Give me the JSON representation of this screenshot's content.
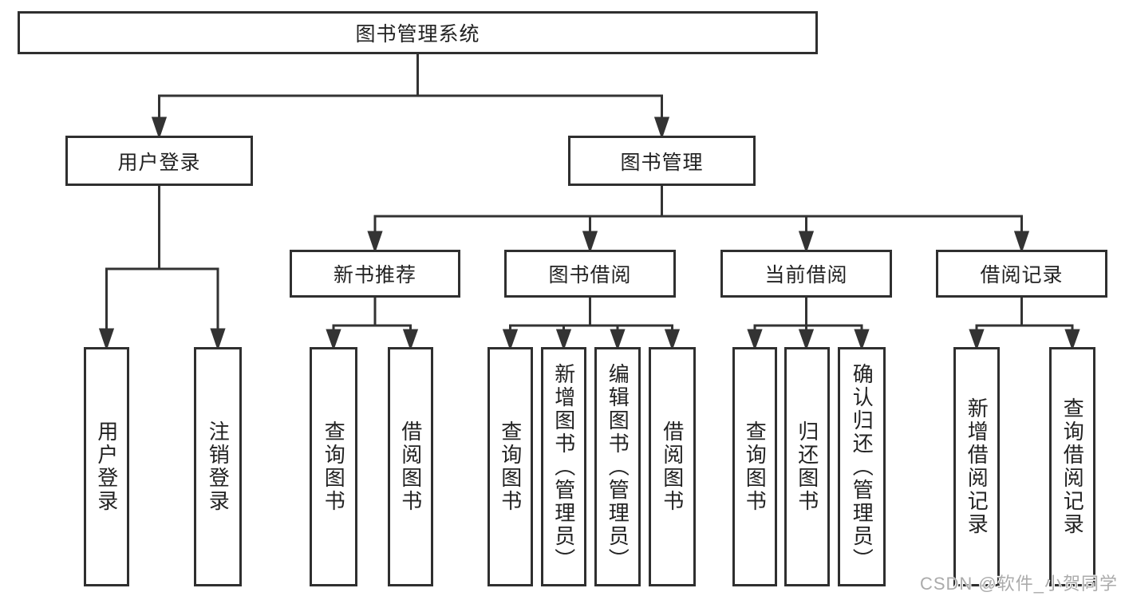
{
  "diagram": {
    "root": {
      "label": "图书管理系统"
    },
    "level1": [
      {
        "label": "用户登录",
        "leaves": [
          {
            "label": "用户登录"
          },
          {
            "label": "注销登录"
          }
        ]
      },
      {
        "label": "图书管理",
        "children": [
          {
            "label": "新书推荐",
            "leaves": [
              {
                "label": "查询图书"
              },
              {
                "label": "借阅图书"
              }
            ]
          },
          {
            "label": "图书借阅",
            "leaves": [
              {
                "label": "查询图书"
              },
              {
                "label": "新增图书（管理员）"
              },
              {
                "label": "编辑图书（管理员）"
              },
              {
                "label": "借阅图书"
              }
            ]
          },
          {
            "label": "当前借阅",
            "leaves": [
              {
                "label": "查询图书"
              },
              {
                "label": "归还图书"
              },
              {
                "label": "确认归还（管理员）"
              }
            ]
          },
          {
            "label": "借阅记录",
            "leaves": [
              {
                "label": "新增借阅记录"
              },
              {
                "label": "查询借阅记录"
              }
            ]
          }
        ]
      }
    ]
  },
  "watermark": {
    "text": "CSDN @软件_小贺同学"
  },
  "colors": {
    "line": "#333333",
    "box_border": "#2f2f2f",
    "box_background": "#ffffff",
    "text": "#222222",
    "watermark": "#ababab",
    "background": "#ffffff"
  }
}
